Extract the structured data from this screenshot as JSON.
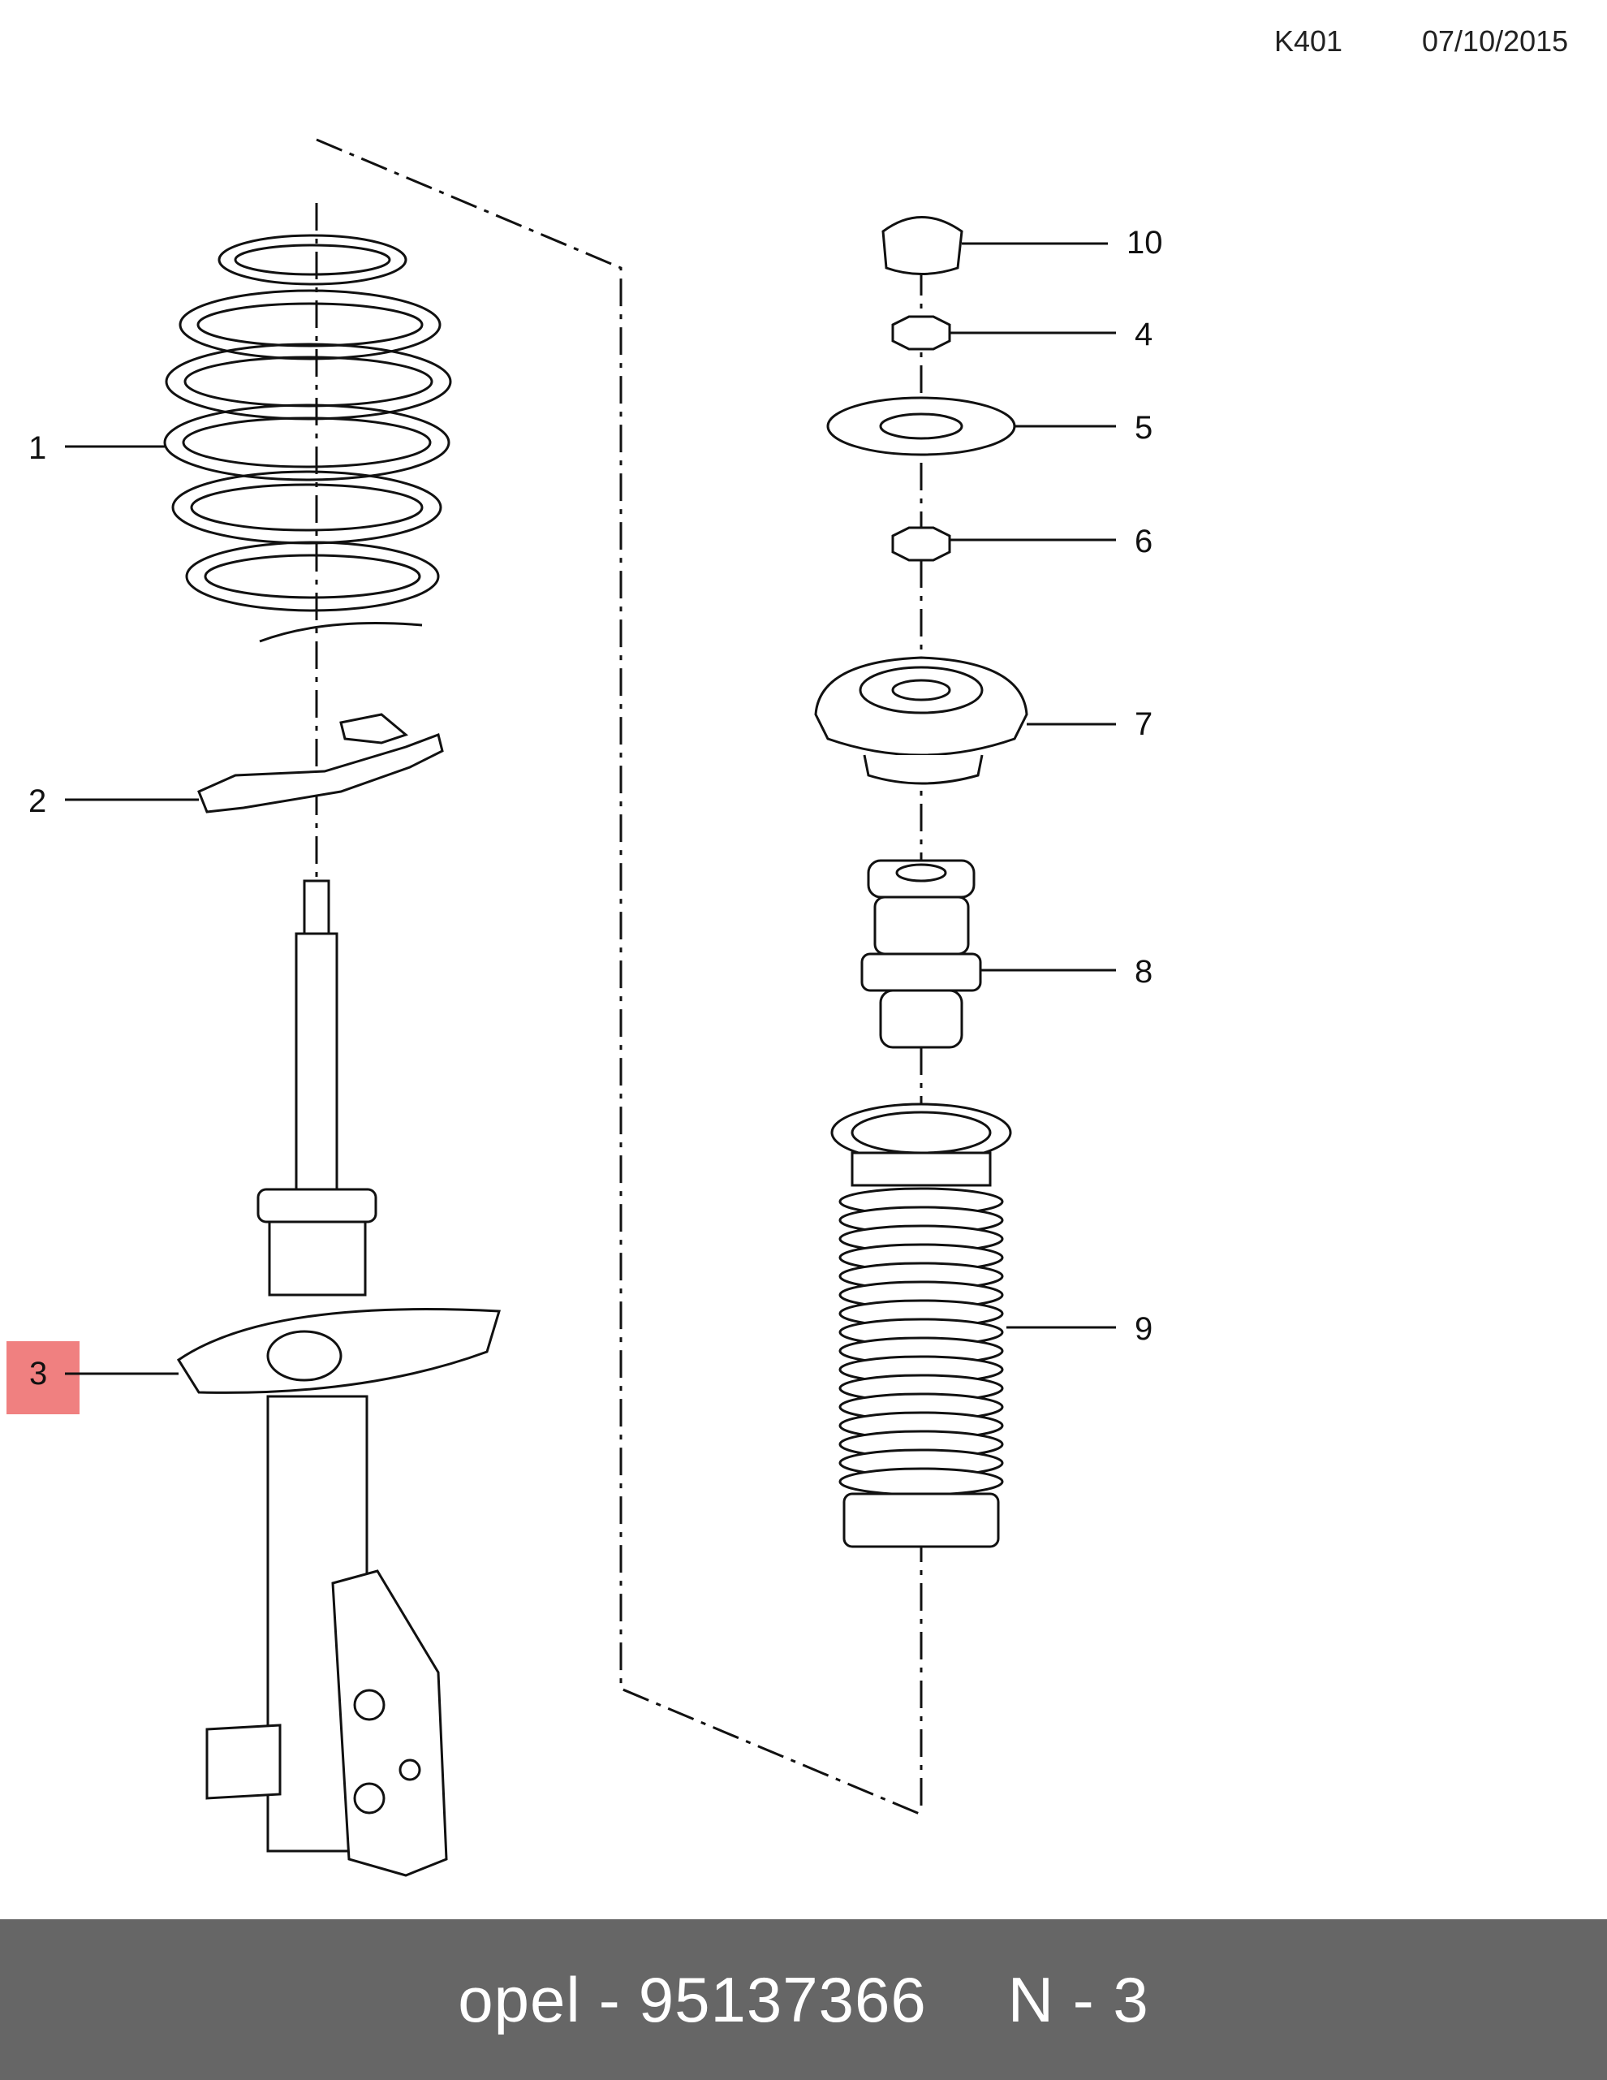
{
  "header": {
    "code": "K401",
    "date": "07/10/2015"
  },
  "callouts": [
    {
      "id": "1",
      "label": "1"
    },
    {
      "id": "2",
      "label": "2"
    },
    {
      "id": "3",
      "label": "3",
      "highlighted": true
    },
    {
      "id": "4",
      "label": "4"
    },
    {
      "id": "5",
      "label": "5"
    },
    {
      "id": "6",
      "label": "6"
    },
    {
      "id": "7",
      "label": "7"
    },
    {
      "id": "8",
      "label": "8"
    },
    {
      "id": "9",
      "label": "9"
    },
    {
      "id": "10",
      "label": "10"
    }
  ],
  "footer": {
    "brand": "opel",
    "separator": "-",
    "part_number": "95137366",
    "reference": "N - 3"
  },
  "colors": {
    "highlight": "#f08080",
    "footer_bg": "#666666"
  }
}
